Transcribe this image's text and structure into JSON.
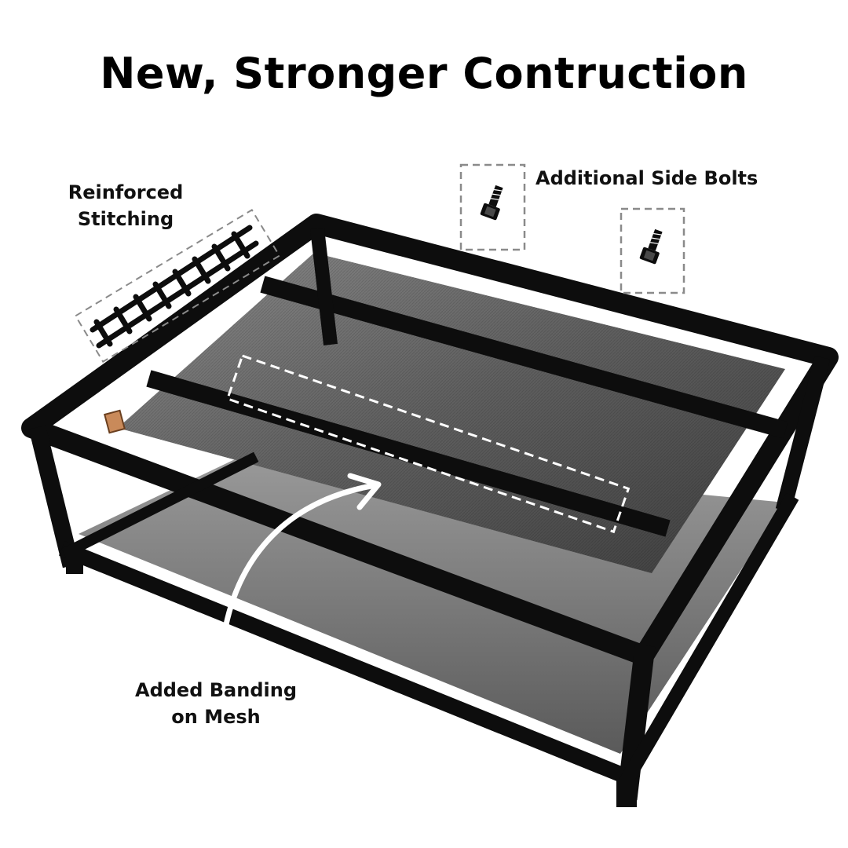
{
  "headline": "New, Stronger Contruction",
  "callouts": {
    "stitching": {
      "line1": "Reinforced",
      "line2": "Stitching"
    },
    "bolts": {
      "text": "Additional Side Bolts"
    },
    "banding": {
      "line1": "Added Banding",
      "line2": "on Mesh"
    }
  },
  "icons": [
    "stitching-icon",
    "bolt-icon",
    "arrow-icon"
  ],
  "colors": {
    "frame": "#0d0d0d",
    "mesh": "#5b5b5b",
    "dash": "#8a8a8a",
    "text": "#000000"
  }
}
